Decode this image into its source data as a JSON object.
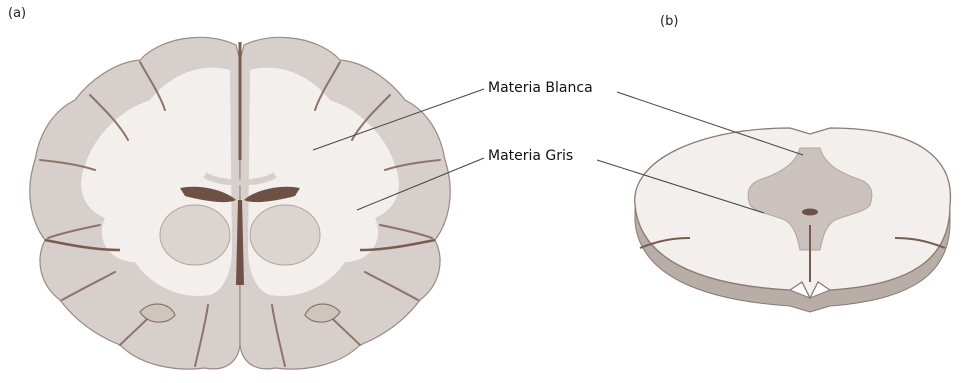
{
  "panels": {
    "a": {
      "label": "(a)"
    },
    "b": {
      "label": "(b)"
    }
  },
  "callouts": {
    "white_matter": "Materia Blanca",
    "gray_matter": "Materia Gris"
  },
  "colors": {
    "gray_matter": "#d6cfcb",
    "gray_matter_dark": "#bfb4ae",
    "white_matter": "#f2efed",
    "outline": "#8a7a72",
    "sulcus": "#7b5b4e",
    "ventricle": "#6e5045",
    "leader_line": "#444444"
  }
}
